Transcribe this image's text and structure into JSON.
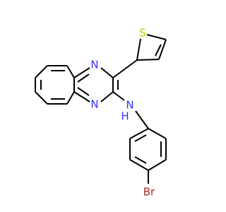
{
  "molecule": {
    "atoms": {
      "n_top": {
        "label": "N",
        "color": "#3333ff"
      },
      "n_bottom": {
        "label": "N",
        "color": "#3333ff"
      },
      "n_amine": {
        "label": "N",
        "color": "#3333ff"
      },
      "h_amine": {
        "label": "H",
        "color": "#3333ff"
      },
      "s_thiophene": {
        "label": "S",
        "color": "#cccc00"
      },
      "br": {
        "label": "Br",
        "color": "#a52a2a"
      }
    },
    "bond_color": "#000000"
  }
}
